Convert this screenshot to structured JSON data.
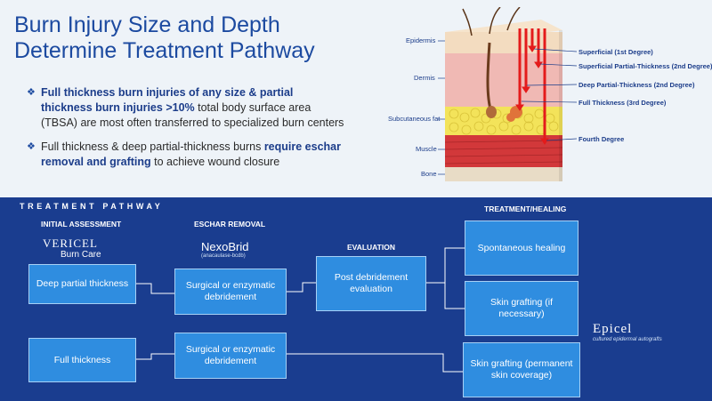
{
  "slide": {
    "title": "Burn Injury Size and Depth Determine Treatment Pathway",
    "bullets": [
      {
        "segments": [
          {
            "text": "Full thickness burn injuries of any size & partial thickness burn injuries >10%",
            "bold": true
          },
          {
            "text": " total body surface area (TBSA) are most often transferred to specialized burn centers",
            "bold": false
          }
        ]
      },
      {
        "segments": [
          {
            "text": "Full thickness & deep partial-thickness burns ",
            "bold": false
          },
          {
            "text": "require eschar removal and grafting",
            "bold": true
          },
          {
            "text": " to achieve wound closure",
            "bold": false
          }
        ]
      }
    ]
  },
  "skin_diagram": {
    "layer_labels": [
      "Epidermis",
      "Dermis",
      "Subcutaneous fat",
      "Muscle",
      "Bone"
    ],
    "depth_labels": [
      "Superficial (1st Degree)",
      "Superficial Partial-Thickness (2nd Degree)",
      "Deep Partial-Thickness (2nd Degree)",
      "Full Thickness (3rd Degree)",
      "Fourth Degree"
    ],
    "colors": {
      "epidermis": "#f3dcc0",
      "dermis": "#f0b9b4",
      "fat": "#f3e35a",
      "muscle": "#d2383a",
      "bone": "#e8dcc6",
      "arrow": "#e41b1b"
    }
  },
  "pathway": {
    "section_title": "TREATMENT PATHWAY",
    "headers": {
      "initial": "INITIAL ASSESSMENT",
      "eschar": "ESCHAR REMOVAL",
      "evaluation": "EVALUATION",
      "treatment": "TREATMENT/HEALING"
    },
    "logos": {
      "vericel_main": "VERICEL",
      "vericel_sub": "Burn Care",
      "nexobrid_main": "NexoBrid",
      "nexobrid_sub": "(anacaulase-bcdb)",
      "epicel_main": "Epicel",
      "epicel_sub": "cultured epidermal autografts"
    },
    "boxes": {
      "deep_partial": "Deep partial thickness",
      "full_thickness": "Full thickness",
      "surgical_1": "Surgical or enzymatic debridement",
      "surgical_2": "Surgical or enzymatic debridement",
      "post_debridement": "Post debridement evaluation",
      "spontaneous": "Spontaneous healing",
      "skin_grafting": "Skin grafting (if necessary)",
      "skin_grafting_perm": "Skin grafting (permanent skin coverage)"
    },
    "colors": {
      "box_fill": "#2f8de0",
      "box_border": "#a7d0f5",
      "background": "#1a3d8f",
      "connector": "#ffffff"
    }
  }
}
